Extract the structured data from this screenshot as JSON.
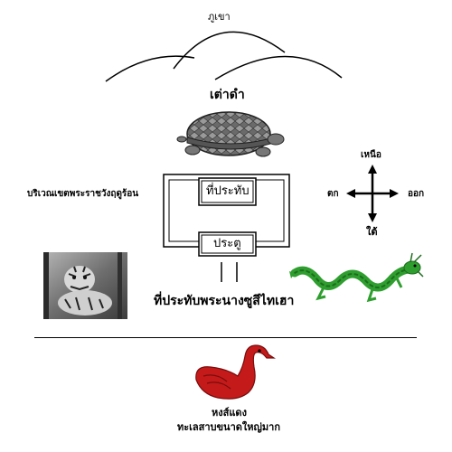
{
  "labels": {
    "mountain": "ภูเขา",
    "turtle": "เต่าดำ",
    "summer_palace_area": "บริเวณเขตพระราชวังฤดูร้อน",
    "residence": "ที่ประทับ",
    "gate": "ประตู",
    "empress_residence": "ที่ประทับพระนางซูสีไทเฮา",
    "swan": "หงส์แดง",
    "lake": "ทะเลสาบขนาดใหญ่มาก"
  },
  "compass": {
    "north": "เหนือ",
    "south": "ใต้",
    "east": "ออก",
    "west": "ตก"
  },
  "colors": {
    "dragon": "#2e9e2e",
    "swan": "#c41a1a",
    "tiger_bg": "#8a8a8a"
  },
  "icons": [
    "mountain-icon",
    "turtle-icon",
    "compass-icon",
    "tiger-image",
    "dragon-icon",
    "swan-icon"
  ]
}
